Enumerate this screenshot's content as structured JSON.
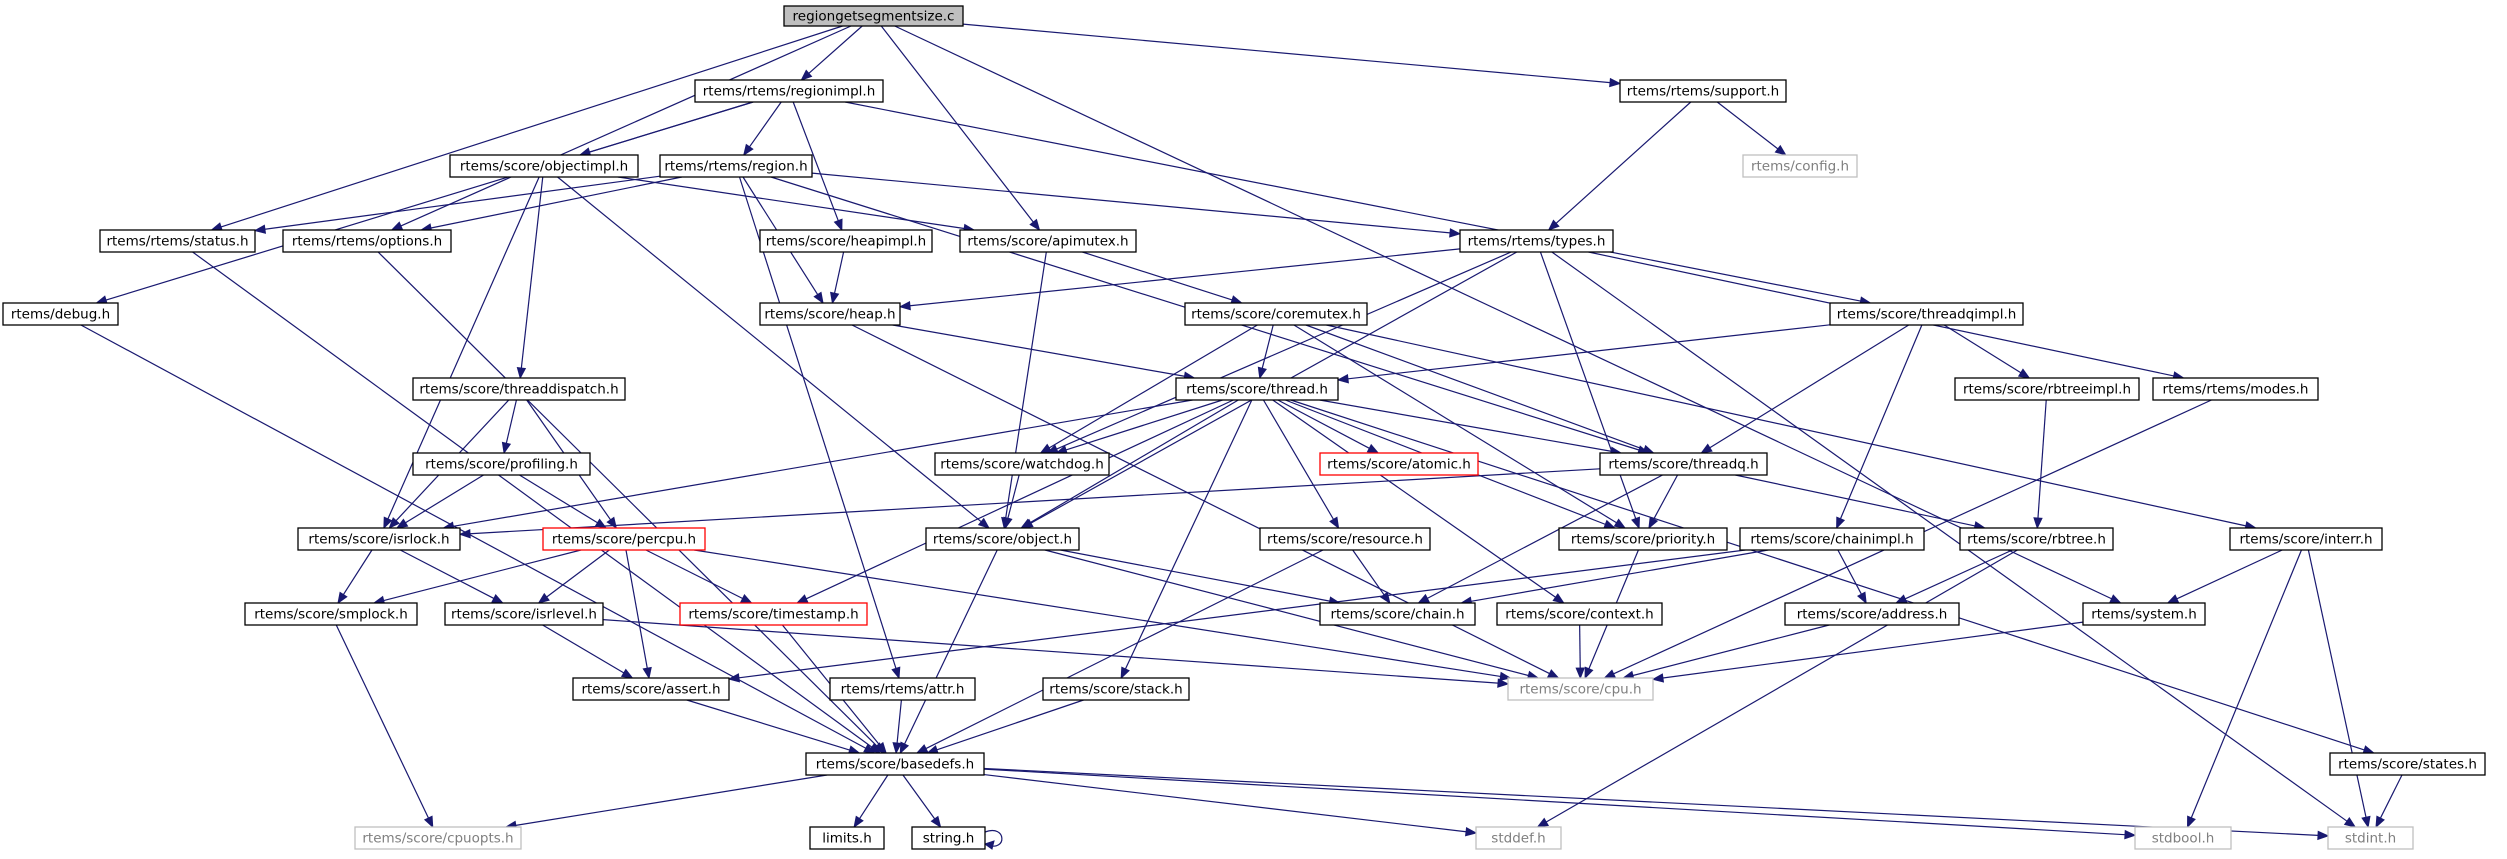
{
  "colors": {
    "edge": "#191970",
    "root_fill": "#bfbfbf",
    "normal_border": "#000000",
    "missing_border": "#bfbfbf",
    "missing_text": "#7f7f7f",
    "truncated_border": "#ff0000"
  },
  "nodes": [
    {
      "id": "regiongetsegmentsize",
      "label": "regiongetsegmentsize.c",
      "style": "root"
    },
    {
      "id": "regionimpl",
      "label": "rtems/rtems/regionimpl.h",
      "style": "normal"
    },
    {
      "id": "support",
      "label": "rtems/rtems/support.h",
      "style": "normal"
    },
    {
      "id": "config",
      "label": "rtems/config.h",
      "style": "gray"
    },
    {
      "id": "objectimpl",
      "label": "rtems/score/objectimpl.h",
      "style": "normal"
    },
    {
      "id": "region",
      "label": "rtems/rtems/region.h",
      "style": "normal"
    },
    {
      "id": "status",
      "label": "rtems/rtems/status.h",
      "style": "normal"
    },
    {
      "id": "options",
      "label": "rtems/rtems/options.h",
      "style": "normal"
    },
    {
      "id": "heapimpl",
      "label": "rtems/score/heapimpl.h",
      "style": "normal"
    },
    {
      "id": "apimutex",
      "label": "rtems/score/apimutex.h",
      "style": "normal"
    },
    {
      "id": "types",
      "label": "rtems/rtems/types.h",
      "style": "normal"
    },
    {
      "id": "debug",
      "label": "rtems/debug.h",
      "style": "normal"
    },
    {
      "id": "heap",
      "label": "rtems/score/heap.h",
      "style": "normal"
    },
    {
      "id": "coremutex",
      "label": "rtems/score/coremutex.h",
      "style": "normal"
    },
    {
      "id": "threadqimpl",
      "label": "rtems/score/threadqimpl.h",
      "style": "normal"
    },
    {
      "id": "threaddispatch",
      "label": "rtems/score/threaddispatch.h",
      "style": "normal"
    },
    {
      "id": "thread",
      "label": "rtems/score/thread.h",
      "style": "normal"
    },
    {
      "id": "rbtreeimpl",
      "label": "rtems/score/rbtreeimpl.h",
      "style": "normal"
    },
    {
      "id": "modes",
      "label": "rtems/rtems/modes.h",
      "style": "normal"
    },
    {
      "id": "profiling",
      "label": "rtems/score/profiling.h",
      "style": "normal"
    },
    {
      "id": "watchdog",
      "label": "rtems/score/watchdog.h",
      "style": "normal"
    },
    {
      "id": "atomic",
      "label": "rtems/score/atomic.h",
      "style": "red"
    },
    {
      "id": "threadq",
      "label": "rtems/score/threadq.h",
      "style": "normal"
    },
    {
      "id": "isrlock",
      "label": "rtems/score/isrlock.h",
      "style": "normal"
    },
    {
      "id": "percpu",
      "label": "rtems/score/percpu.h",
      "style": "red"
    },
    {
      "id": "object",
      "label": "rtems/score/object.h",
      "style": "normal"
    },
    {
      "id": "resource",
      "label": "rtems/score/resource.h",
      "style": "normal"
    },
    {
      "id": "priority",
      "label": "rtems/score/priority.h",
      "style": "normal"
    },
    {
      "id": "chainimpl",
      "label": "rtems/score/chainimpl.h",
      "style": "normal"
    },
    {
      "id": "rbtree",
      "label": "rtems/score/rbtree.h",
      "style": "normal"
    },
    {
      "id": "interr",
      "label": "rtems/score/interr.h",
      "style": "normal"
    },
    {
      "id": "smplock",
      "label": "rtems/score/smplock.h",
      "style": "normal"
    },
    {
      "id": "isrlevel",
      "label": "rtems/score/isrlevel.h",
      "style": "normal"
    },
    {
      "id": "timestamp",
      "label": "rtems/score/timestamp.h",
      "style": "red"
    },
    {
      "id": "chain",
      "label": "rtems/score/chain.h",
      "style": "normal"
    },
    {
      "id": "context",
      "label": "rtems/score/context.h",
      "style": "normal"
    },
    {
      "id": "address",
      "label": "rtems/score/address.h",
      "style": "normal"
    },
    {
      "id": "system",
      "label": "rtems/system.h",
      "style": "normal"
    },
    {
      "id": "assert",
      "label": "rtems/score/assert.h",
      "style": "normal"
    },
    {
      "id": "attr",
      "label": "rtems/rtems/attr.h",
      "style": "normal"
    },
    {
      "id": "stack",
      "label": "rtems/score/stack.h",
      "style": "normal"
    },
    {
      "id": "cpu",
      "label": "rtems/score/cpu.h",
      "style": "gray"
    },
    {
      "id": "basedefs",
      "label": "rtems/score/basedefs.h",
      "style": "normal"
    },
    {
      "id": "states",
      "label": "rtems/score/states.h",
      "style": "normal"
    },
    {
      "id": "cpuopts",
      "label": "rtems/score/cpuopts.h",
      "style": "gray"
    },
    {
      "id": "limits",
      "label": "limits.h",
      "style": "normal"
    },
    {
      "id": "string",
      "label": "string.h",
      "style": "normal"
    },
    {
      "id": "stddef",
      "label": "stddef.h",
      "style": "gray"
    },
    {
      "id": "stdbool",
      "label": "stdbool.h",
      "style": "gray"
    },
    {
      "id": "stdint",
      "label": "stdint.h",
      "style": "gray"
    }
  ],
  "edges": [
    [
      "regiongetsegmentsize",
      "regionimpl"
    ],
    [
      "regiongetsegmentsize",
      "support"
    ],
    [
      "regiongetsegmentsize",
      "status"
    ],
    [
      "regiongetsegmentsize",
      "options"
    ],
    [
      "regiongetsegmentsize",
      "apimutex"
    ],
    [
      "regiongetsegmentsize",
      "system"
    ],
    [
      "regionimpl",
      "objectimpl"
    ],
    [
      "regionimpl",
      "region"
    ],
    [
      "regionimpl",
      "heapimpl"
    ],
    [
      "regionimpl",
      "debug"
    ],
    [
      "regionimpl",
      "threadqimpl"
    ],
    [
      "support",
      "types"
    ],
    [
      "support",
      "config"
    ],
    [
      "objectimpl",
      "object"
    ],
    [
      "objectimpl",
      "threaddispatch"
    ],
    [
      "objectimpl",
      "isrlock"
    ],
    [
      "objectimpl",
      "apimutex"
    ],
    [
      "region",
      "status"
    ],
    [
      "region",
      "options"
    ],
    [
      "region",
      "types"
    ],
    [
      "region",
      "heap"
    ],
    [
      "region",
      "threadq"
    ],
    [
      "region",
      "attr"
    ],
    [
      "heapimpl",
      "heap"
    ],
    [
      "apimutex",
      "coremutex"
    ],
    [
      "apimutex",
      "object"
    ],
    [
      "status",
      "basedefs"
    ],
    [
      "options",
      "basedefs"
    ],
    [
      "types",
      "heap"
    ],
    [
      "types",
      "object"
    ],
    [
      "types",
      "priority"
    ],
    [
      "types",
      "modes"
    ],
    [
      "types",
      "watchdog"
    ],
    [
      "types",
      "stdint"
    ],
    [
      "debug",
      "basedefs"
    ],
    [
      "heap",
      "thread"
    ],
    [
      "heap",
      "cpu"
    ],
    [
      "coremutex",
      "thread"
    ],
    [
      "coremutex",
      "threadq"
    ],
    [
      "coremutex",
      "watchdog"
    ],
    [
      "coremutex",
      "priority"
    ],
    [
      "coremutex",
      "interr"
    ],
    [
      "threadqimpl",
      "threadq"
    ],
    [
      "threadqimpl",
      "thread"
    ],
    [
      "threadqimpl",
      "rbtreeimpl"
    ],
    [
      "threadqimpl",
      "chainimpl"
    ],
    [
      "threaddispatch",
      "percpu"
    ],
    [
      "threaddispatch",
      "profiling"
    ],
    [
      "threaddispatch",
      "isrlock"
    ],
    [
      "thread",
      "isrlock"
    ],
    [
      "thread",
      "watchdog"
    ],
    [
      "thread",
      "object"
    ],
    [
      "thread",
      "atomic"
    ],
    [
      "thread",
      "threadq"
    ],
    [
      "thread",
      "priority"
    ],
    [
      "thread",
      "resource"
    ],
    [
      "thread",
      "context"
    ],
    [
      "thread",
      "stack"
    ],
    [
      "thread",
      "timestamp"
    ],
    [
      "thread",
      "states"
    ],
    [
      "rbtreeimpl",
      "rbtree"
    ],
    [
      "modes",
      "cpu"
    ],
    [
      "profiling",
      "isrlock"
    ],
    [
      "profiling",
      "percpu"
    ],
    [
      "watchdog",
      "object"
    ],
    [
      "threadq",
      "chain"
    ],
    [
      "threadq",
      "priority"
    ],
    [
      "threadq",
      "rbtree"
    ],
    [
      "threadq",
      "isrlock"
    ],
    [
      "isrlock",
      "smplock"
    ],
    [
      "isrlock",
      "isrlevel"
    ],
    [
      "percpu",
      "smplock"
    ],
    [
      "percpu",
      "isrlevel"
    ],
    [
      "percpu",
      "timestamp"
    ],
    [
      "percpu",
      "assert"
    ],
    [
      "percpu",
      "cpu"
    ],
    [
      "object",
      "basedefs"
    ],
    [
      "object",
      "chain"
    ],
    [
      "object",
      "cpu"
    ],
    [
      "resource",
      "chain"
    ],
    [
      "resource",
      "basedefs"
    ],
    [
      "priority",
      "cpu"
    ],
    [
      "chainimpl",
      "chain"
    ],
    [
      "chainimpl",
      "address"
    ],
    [
      "chainimpl",
      "assert"
    ],
    [
      "rbtree",
      "address"
    ],
    [
      "rbtree",
      "stddef"
    ],
    [
      "interr",
      "system"
    ],
    [
      "interr",
      "stdbool"
    ],
    [
      "interr",
      "stdint"
    ],
    [
      "smplock",
      "cpuopts"
    ],
    [
      "isrlevel",
      "assert"
    ],
    [
      "isrlevel",
      "cpu"
    ],
    [
      "timestamp",
      "basedefs"
    ],
    [
      "context",
      "cpu"
    ],
    [
      "address",
      "cpu"
    ],
    [
      "system",
      "cpu"
    ],
    [
      "assert",
      "basedefs"
    ],
    [
      "attr",
      "basedefs"
    ],
    [
      "stack",
      "basedefs"
    ],
    [
      "states",
      "stdint"
    ],
    [
      "basedefs",
      "cpuopts"
    ],
    [
      "basedefs",
      "limits"
    ],
    [
      "basedefs",
      "string"
    ],
    [
      "basedefs",
      "stddef"
    ],
    [
      "basedefs",
      "stdbool"
    ],
    [
      "basedefs",
      "stdint"
    ],
    [
      "string",
      "string"
    ]
  ]
}
